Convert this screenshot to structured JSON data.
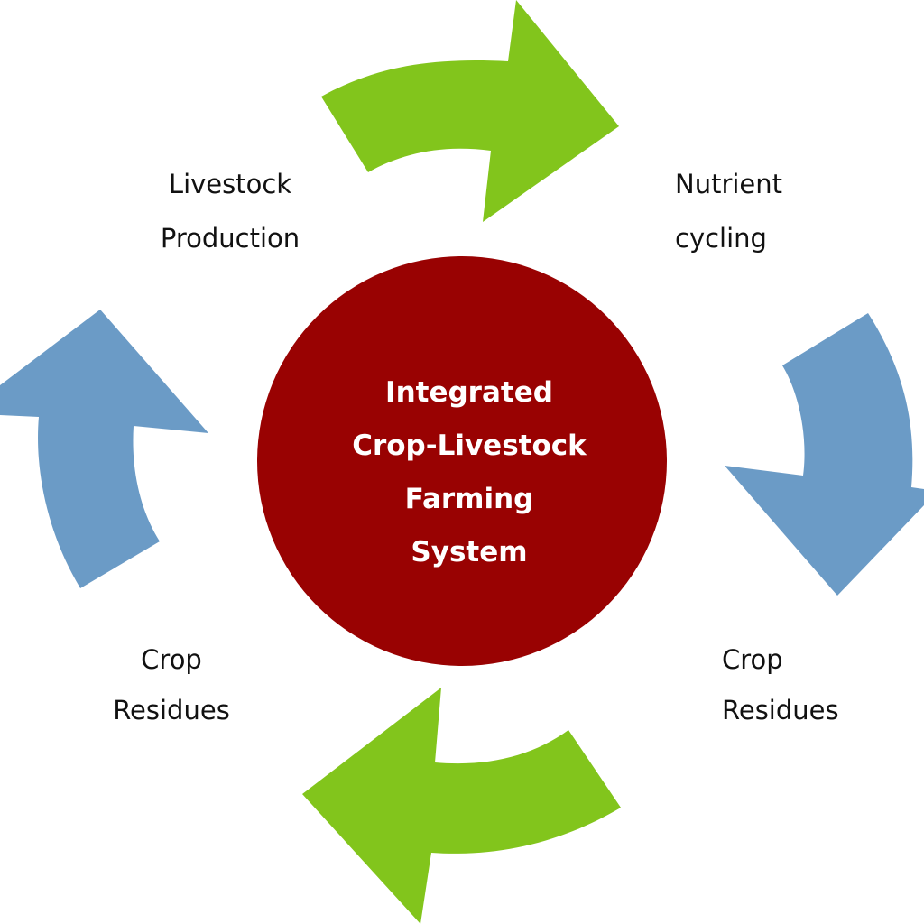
{
  "colors": {
    "center_fill": "#990202",
    "center_text": "#ffffff",
    "green_arrow": "#82c51c",
    "blue_arrow": "#6b9bc6",
    "label_text": "#111111",
    "background": "#ffffff"
  },
  "center": {
    "lines": [
      "Integrated",
      "Crop-Livestock",
      "Farming",
      "System"
    ]
  },
  "labels": {
    "livestock_production": [
      "Livestock",
      "Production"
    ],
    "nutrient_cycling": [
      "Nutrient",
      "cycling"
    ],
    "crop_residues_left": [
      "Crop",
      "Residues"
    ],
    "crop_residues_right": [
      "Crop",
      "Residues"
    ]
  },
  "arrows": [
    {
      "name": "top-arrow",
      "color": "green",
      "direction": "right"
    },
    {
      "name": "right-arrow",
      "color": "blue",
      "direction": "down"
    },
    {
      "name": "bottom-arrow",
      "color": "green",
      "direction": "left"
    },
    {
      "name": "left-arrow",
      "color": "blue",
      "direction": "up"
    }
  ]
}
